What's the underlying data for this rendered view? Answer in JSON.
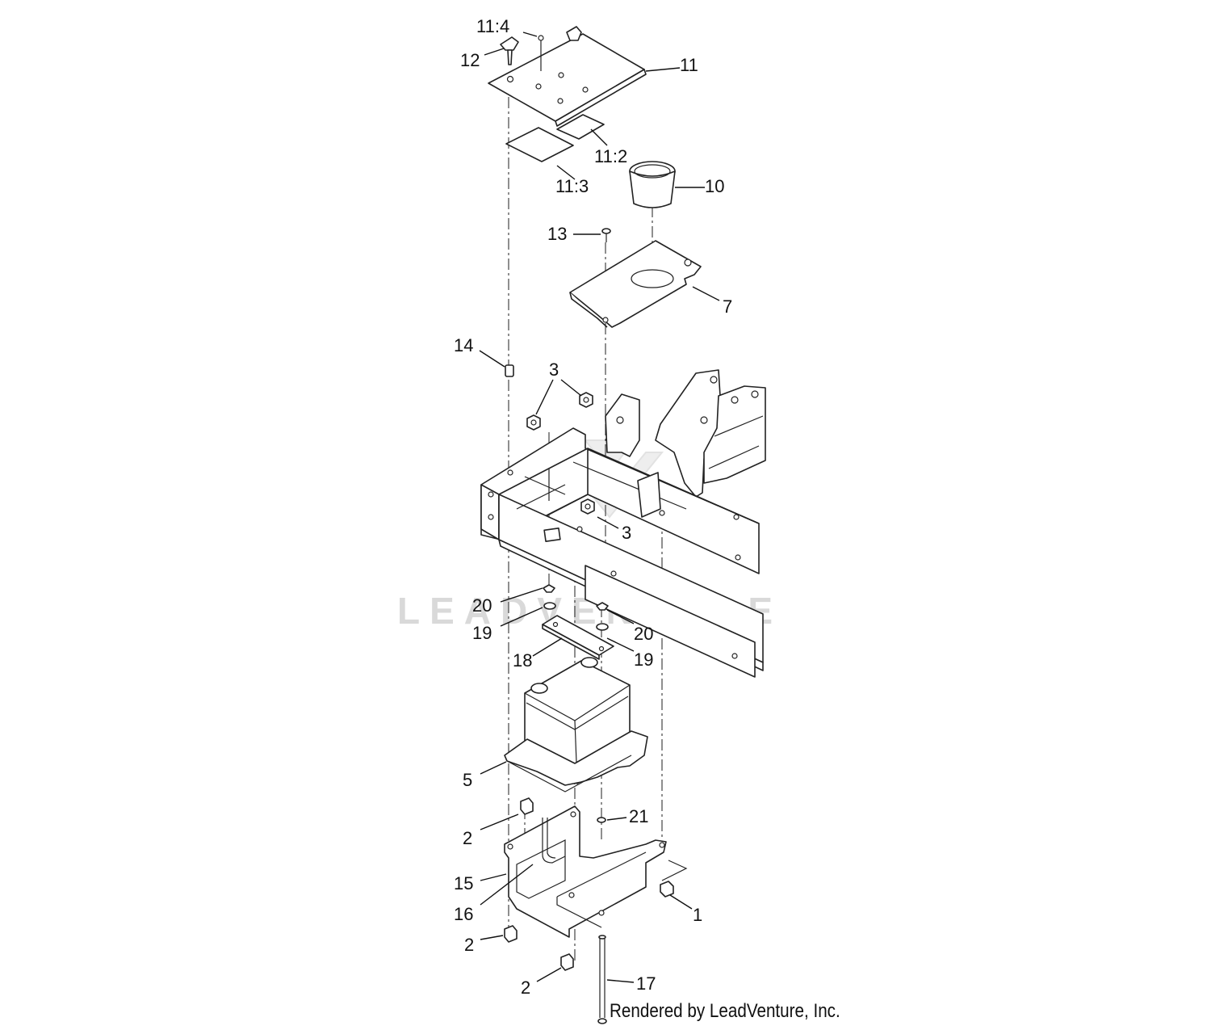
{
  "watermark": {
    "text": "LEADVENTURE"
  },
  "credit": "Rendered by LeadVenture, Inc.",
  "callouts": [
    {
      "id": "c-11-4",
      "label": "11:4"
    },
    {
      "id": "c-12",
      "label": "12"
    },
    {
      "id": "c-11",
      "label": "11"
    },
    {
      "id": "c-11-2",
      "label": "11:2"
    },
    {
      "id": "c-11-3",
      "label": "11:3"
    },
    {
      "id": "c-10",
      "label": "10"
    },
    {
      "id": "c-13",
      "label": "13"
    },
    {
      "id": "c-7",
      "label": "7"
    },
    {
      "id": "c-14",
      "label": "14"
    },
    {
      "id": "c-3a",
      "label": "3"
    },
    {
      "id": "c-3b",
      "label": "3"
    },
    {
      "id": "c-20a",
      "label": "20"
    },
    {
      "id": "c-19a",
      "label": "19"
    },
    {
      "id": "c-20b",
      "label": "20"
    },
    {
      "id": "c-18",
      "label": "18"
    },
    {
      "id": "c-19b",
      "label": "19"
    },
    {
      "id": "c-5",
      "label": "5"
    },
    {
      "id": "c-2a",
      "label": "2"
    },
    {
      "id": "c-21",
      "label": "21"
    },
    {
      "id": "c-15",
      "label": "15"
    },
    {
      "id": "c-16",
      "label": "16"
    },
    {
      "id": "c-1",
      "label": "1"
    },
    {
      "id": "c-2b",
      "label": "2"
    },
    {
      "id": "c-2c",
      "label": "2"
    },
    {
      "id": "c-17",
      "label": "17"
    }
  ]
}
